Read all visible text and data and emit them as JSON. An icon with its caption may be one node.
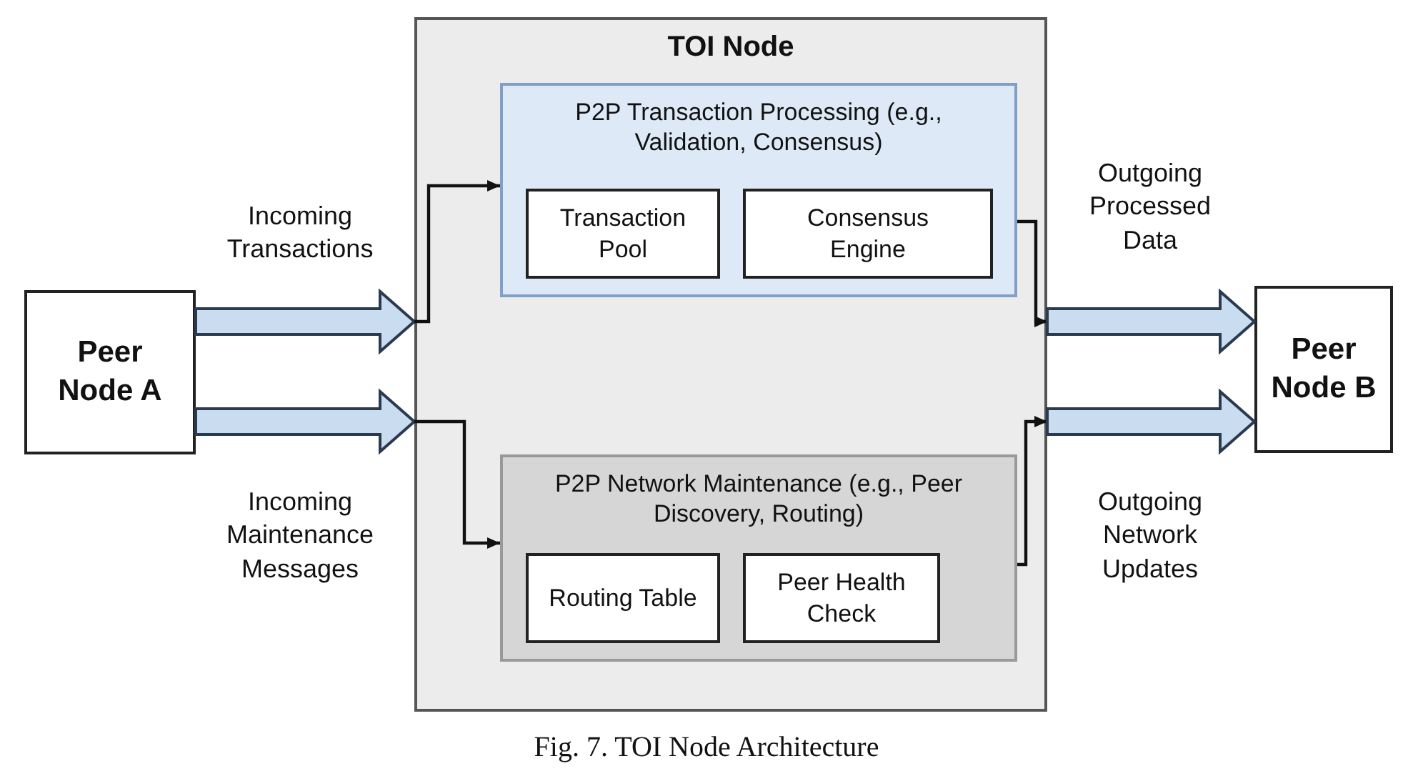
{
  "diagram": {
    "caption": "Fig. 7. TOI Node Architecture",
    "nodes": [
      {
        "text": [
          "Peer Node A"
        ]
      },
      {
        "text": [
          "TOI Node"
        ]
      },
      {
        "text": [
          "P2P Transaction Processing (e.g., Validation, Consensus)"
        ],
        "in": 1
      },
      {
        "text": [
          "Transaction Pool"
        ],
        "in": 2
      },
      {
        "text": [
          "Consensus Engine"
        ],
        "in": 2
      },
      {
        "text": [
          "P2P Network Maintenance (e.g., Peer Discovery, Routing)"
        ],
        "in": 1
      },
      {
        "text": [
          "Routing Table"
        ],
        "in": 5
      },
      {
        "text": [
          "Peer Health Check"
        ],
        "in": 5
      },
      {
        "text": [
          "Peer Node B"
        ]
      }
    ],
    "edges": [
      {
        "from": 0,
        "to": 1,
        "arrow": "to",
        "label": "Incoming Transactions",
        "style": "thick"
      },
      {
        "from": 1,
        "to": 2,
        "arrow": "to"
      },
      {
        "from": 0,
        "to": 1,
        "arrow": "to",
        "label": "Incoming Maintenance Messages",
        "style": "thick"
      },
      {
        "from": 1,
        "to": 5,
        "arrow": "to"
      },
      {
        "from": 2,
        "to": 1,
        "arrow": "to"
      },
      {
        "from": 1,
        "to": 8,
        "arrow": "to",
        "label": "Outgoing Processed Data",
        "style": "thick"
      },
      {
        "from": 5,
        "to": 1,
        "arrow": "to"
      },
      {
        "from": 1,
        "to": 8,
        "arrow": "to",
        "label": "Outgoing Network Updates",
        "style": "thick"
      }
    ]
  }
}
